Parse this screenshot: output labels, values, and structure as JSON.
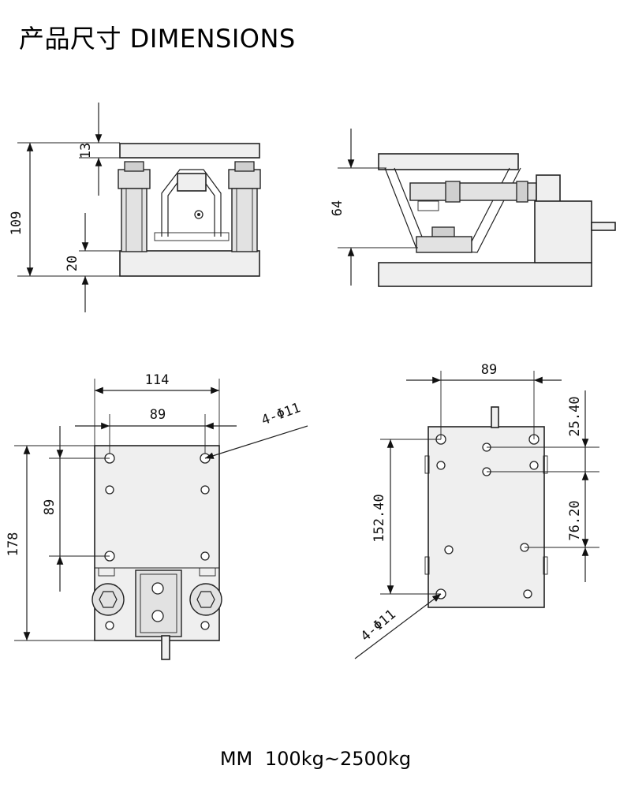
{
  "title": "产品尺寸 DIMENSIONS",
  "footer": "MM  100kg~2500kg",
  "dimensions": {
    "front": {
      "top_plate": "13",
      "height": "109",
      "base_plate": "20"
    },
    "side": {
      "height": "64"
    },
    "bottom_top_view": {
      "width": "114",
      "hole_spacing_x": "89",
      "hole_spacing_y": "89",
      "length": "178",
      "holes": "4-Φ11"
    },
    "bottom_plate_view": {
      "hole_spacing_x": "89",
      "offset_top": "25.40",
      "spacing_mid": "76.20",
      "hole_spacing_y": "152.40",
      "holes": "4-Φ11"
    }
  }
}
